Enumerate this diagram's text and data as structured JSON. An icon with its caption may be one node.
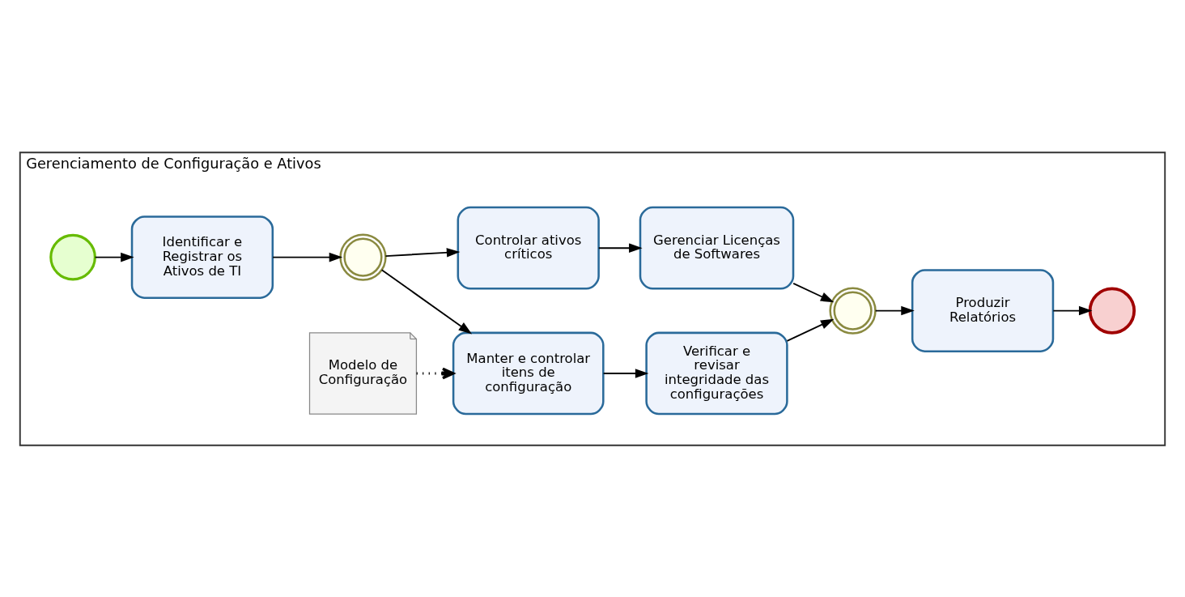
{
  "diagram": {
    "nodes": [
      {
        "text": [
          "Gerenciamento de Configuração e Ativos"
        ]
      },
      {
        "text": [],
        "shape": "circle",
        "in": 0
      },
      {
        "text": [
          "Identificar e Registrar os Ativos de TI"
        ],
        "in": 0
      },
      {
        "text": [],
        "shape": "circle",
        "in": 0
      },
      {
        "text": [
          "Controlar ativos críticos"
        ],
        "in": 0
      },
      {
        "text": [
          "Gerenciar Licenças de Softwares"
        ],
        "in": 0
      },
      {
        "text": [
          "Manter e controlar itens de configuração"
        ],
        "in": 0
      },
      {
        "text": [
          "Modelo de Configuração"
        ],
        "in": 0
      },
      {
        "text": [
          "Verificar e revisar integridade das configurações"
        ],
        "in": 0
      },
      {
        "text": [],
        "shape": "circle",
        "in": 0
      },
      {
        "text": [
          "Produzir Relatórios"
        ],
        "in": 0
      },
      {
        "text": [],
        "shape": "circle",
        "in": 0
      }
    ],
    "edges": [
      {
        "from": 1,
        "to": 2,
        "arrow": "to"
      },
      {
        "from": 2,
        "to": 3,
        "arrow": "to"
      },
      {
        "from": 3,
        "to": 4,
        "arrow": "to"
      },
      {
        "from": 3,
        "to": 6,
        "arrow": "to"
      },
      {
        "from": 4,
        "to": 5,
        "arrow": "to"
      },
      {
        "from": 7,
        "to": 6,
        "arrow": "to",
        "style": "dashed"
      },
      {
        "from": 6,
        "to": 8,
        "arrow": "to"
      },
      {
        "from": 5,
        "to": 9,
        "arrow": "to"
      },
      {
        "from": 8,
        "to": 9,
        "arrow": "to"
      },
      {
        "from": 9,
        "to": 10,
        "arrow": "to"
      },
      {
        "from": 10,
        "to": 11,
        "arrow": "to"
      }
    ]
  }
}
